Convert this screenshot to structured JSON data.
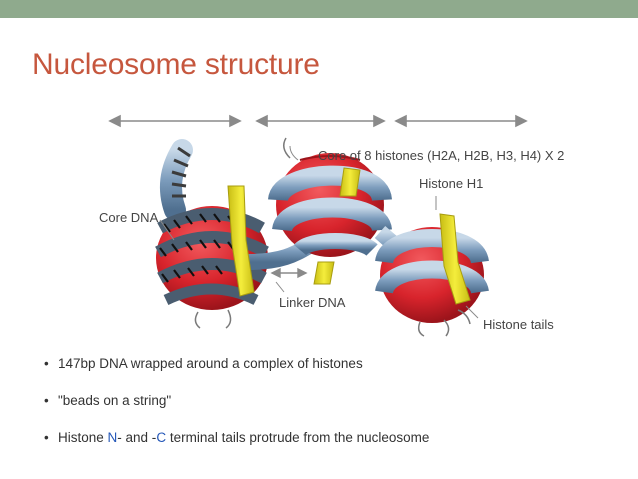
{
  "colors": {
    "title": "#c6573e",
    "top_bar": "#8faa8d",
    "histone_core": "#d8242c",
    "dna": "#7c9cbc",
    "histone_h1": "#ece52b",
    "terminal_highlight": "#2457b8"
  },
  "slide": {
    "title": "Nucleosome structure"
  },
  "diagram": {
    "labels": {
      "core_of_histones": "Core of 8 histones (H2A, H2B, H3, H4) X 2",
      "histone_h1": "Histone H1",
      "core_dna": "Core DNA",
      "linker_dna": "Linker DNA",
      "histone_tails": "Histone tails"
    }
  },
  "bullets": {
    "b1": "147bp DNA wrapped around a complex of histones",
    "b2": "\"beads on a string\"",
    "b3_prefix": "Histone ",
    "b3_n": "N",
    "b3_mid": "- and -",
    "b3_c": "C",
    "b3_suffix": " terminal tails protrude from the nucleosome"
  }
}
